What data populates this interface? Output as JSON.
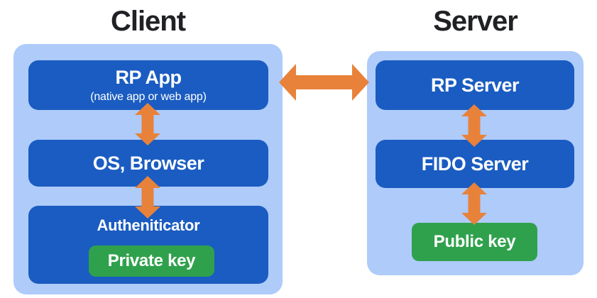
{
  "client": {
    "title": "Client",
    "rp_app": {
      "label": "RP App",
      "sublabel": "(native app or web app)"
    },
    "os_browser": {
      "label": "OS, Browser"
    },
    "authenticator": {
      "label": "Autheniticator",
      "key": {
        "label": "Private key"
      }
    }
  },
  "server": {
    "title": "Server",
    "rp_server": {
      "label": "RP Server"
    },
    "fido_server": {
      "label": "FIDO Server"
    },
    "public_key": {
      "label": "Public key"
    }
  },
  "colors": {
    "container_blue": "#AECBFA",
    "box_blue": "#1A5CC1",
    "key_green": "#2FA14C",
    "arrow_orange": "#E8823A",
    "title_text": "#202124",
    "box_text": "#FFFFFF"
  }
}
